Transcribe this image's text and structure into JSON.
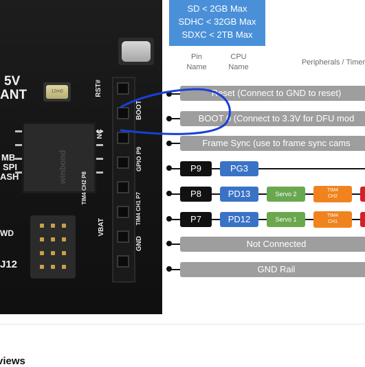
{
  "board": {
    "silk_5v": "5V",
    "silk_ant": "ANT",
    "silk_mb": "MB",
    "silk_spi": "SPI",
    "silk_ash": "ASH",
    "silk_wd": "WD",
    "silk_j12": "J12",
    "silk_rst": "RST#",
    "silk_boot": "BOOT",
    "silk_nc": "NC",
    "silk_gpio": "GPIO P9",
    "silk_tim4_ch2": "TIM4 CH2 P8",
    "silk_tim4_ch1": "TIM4 CH1 P7",
    "silk_vbat": "VBAT",
    "silk_gnd": "GND",
    "flash_mark": "winbond",
    "crystal_text": "12m0"
  },
  "sd_card": {
    "line1": "SD < 2GB Max",
    "line2": "SDHC < 32GB Max",
    "line3": "SDXC < 2TB Max"
  },
  "headers": {
    "pin_name": "Pin Name",
    "cpu_name": "CPU Name",
    "peripherals": "Peripherals / Timer"
  },
  "rows": [
    {
      "label": "Reset (Connect to GND to reset)"
    },
    {
      "label": "BOOT 0 (Connect to 3.3V for DFU mod"
    },
    {
      "label": "Frame Sync (use to frame sync cams"
    },
    {
      "pin": "P9",
      "cpu": "PG3"
    },
    {
      "pin": "P8",
      "cpu": "PD13",
      "servo": "Servo 2",
      "tim": "TIM4",
      "ch": "CH2"
    },
    {
      "pin": "P7",
      "cpu": "PD12",
      "servo": "Servo 1",
      "tim": "TIM4",
      "ch": "CH1"
    },
    {
      "label": "Not Connected"
    },
    {
      "label": "GND Rail"
    }
  ],
  "footer": {
    "reviews": "views"
  },
  "colors": {
    "sd_blue": "#4a90d9",
    "cpu_blue": "#3a73c6",
    "servo_green": "#6aa84f",
    "timer_orange": "#f0831e",
    "red": "#d61f26",
    "annotation_blue": "#1a3fd6"
  }
}
